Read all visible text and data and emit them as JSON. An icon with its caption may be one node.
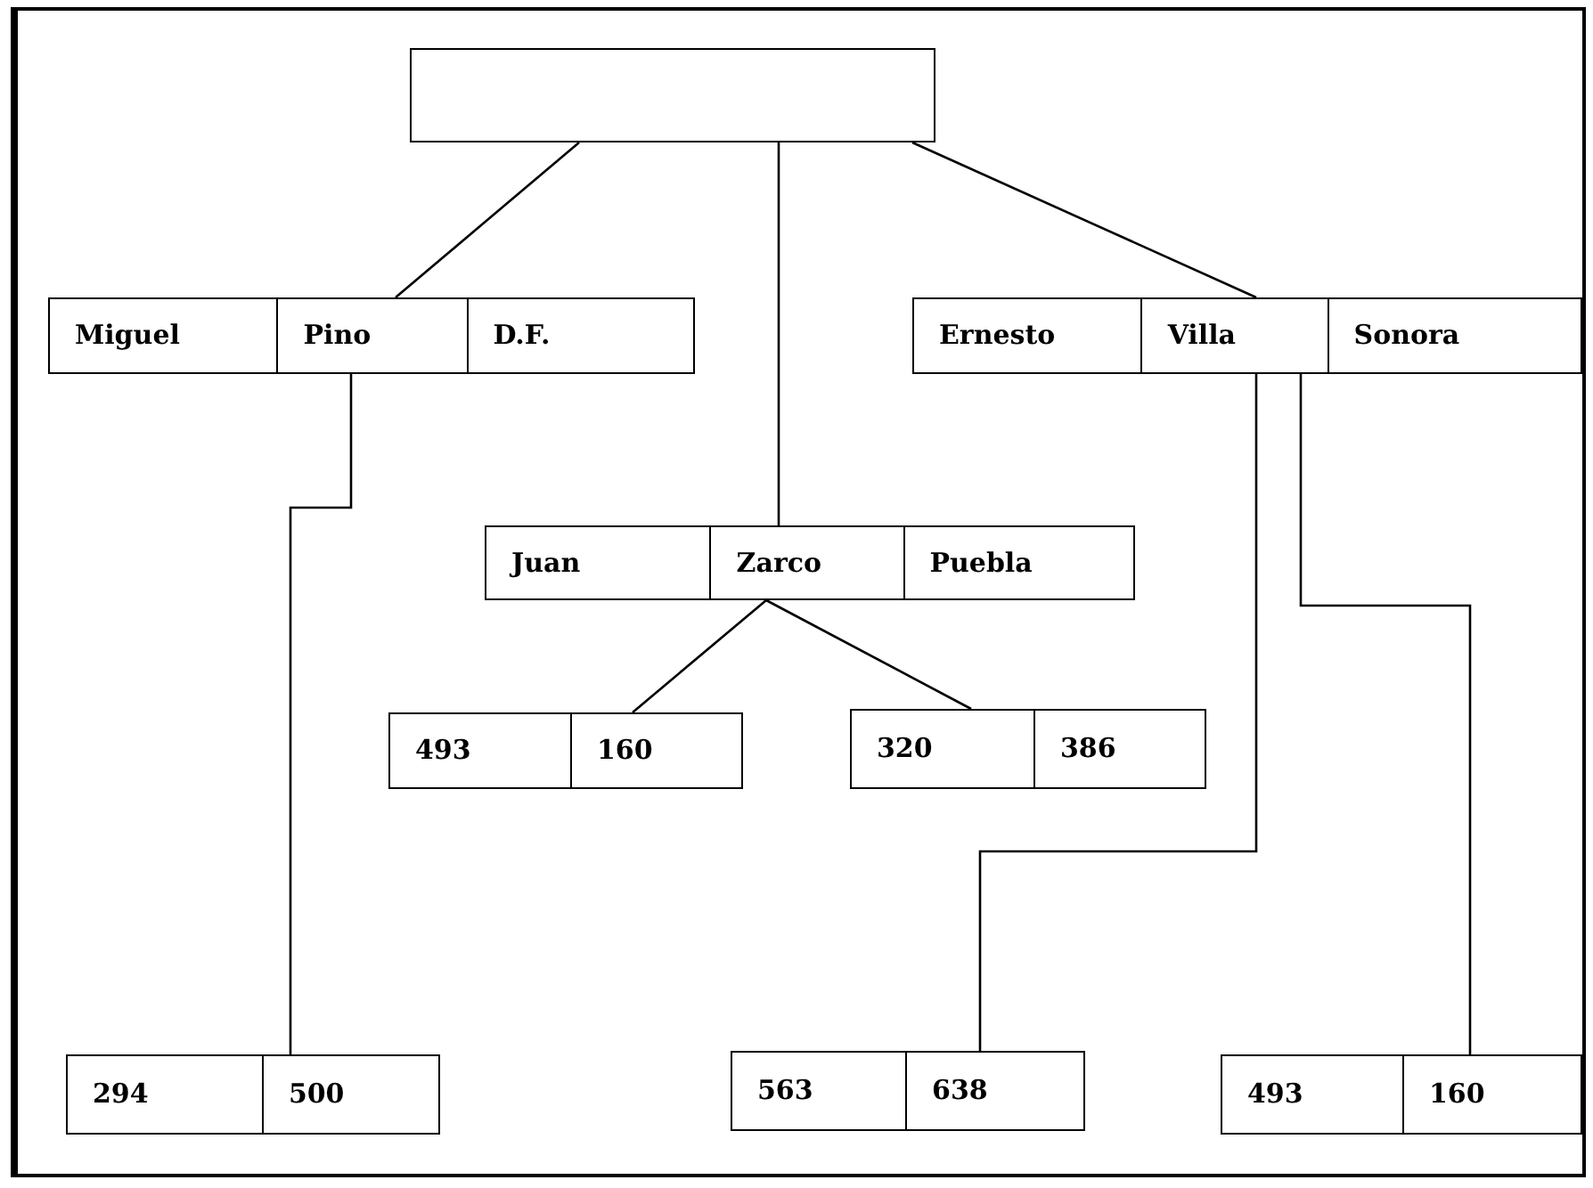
{
  "diagram": {
    "nodes": [
      {
        "text": [],
        "shape": "box"
      },
      {
        "text": [
          "Miguel",
          "Pino",
          "D.F."
        ]
      },
      {
        "text": [
          "Ernesto",
          "Villa",
          "Sonora"
        ]
      },
      {
        "text": [
          "Juan",
          "Zarco",
          "Puebla"
        ]
      },
      {
        "text": [
          "493",
          "160"
        ]
      },
      {
        "text": [
          "320",
          "386"
        ]
      },
      {
        "text": [
          "294",
          "500"
        ]
      },
      {
        "text": [
          "563",
          "638"
        ]
      },
      {
        "text": [
          "493",
          "160"
        ]
      }
    ],
    "edges": [
      {
        "from": 0,
        "to": 1,
        "arrow": "none"
      },
      {
        "from": 0,
        "to": 3,
        "arrow": "none"
      },
      {
        "from": 0,
        "to": 2,
        "arrow": "none"
      },
      {
        "from": 1,
        "to": 6,
        "arrow": "none"
      },
      {
        "from": 3,
        "to": 4,
        "arrow": "none"
      },
      {
        "from": 3,
        "to": 5,
        "arrow": "none"
      },
      {
        "from": 2,
        "to": 7,
        "arrow": "none"
      },
      {
        "from": 2,
        "to": 8,
        "arrow": "none"
      }
    ]
  }
}
